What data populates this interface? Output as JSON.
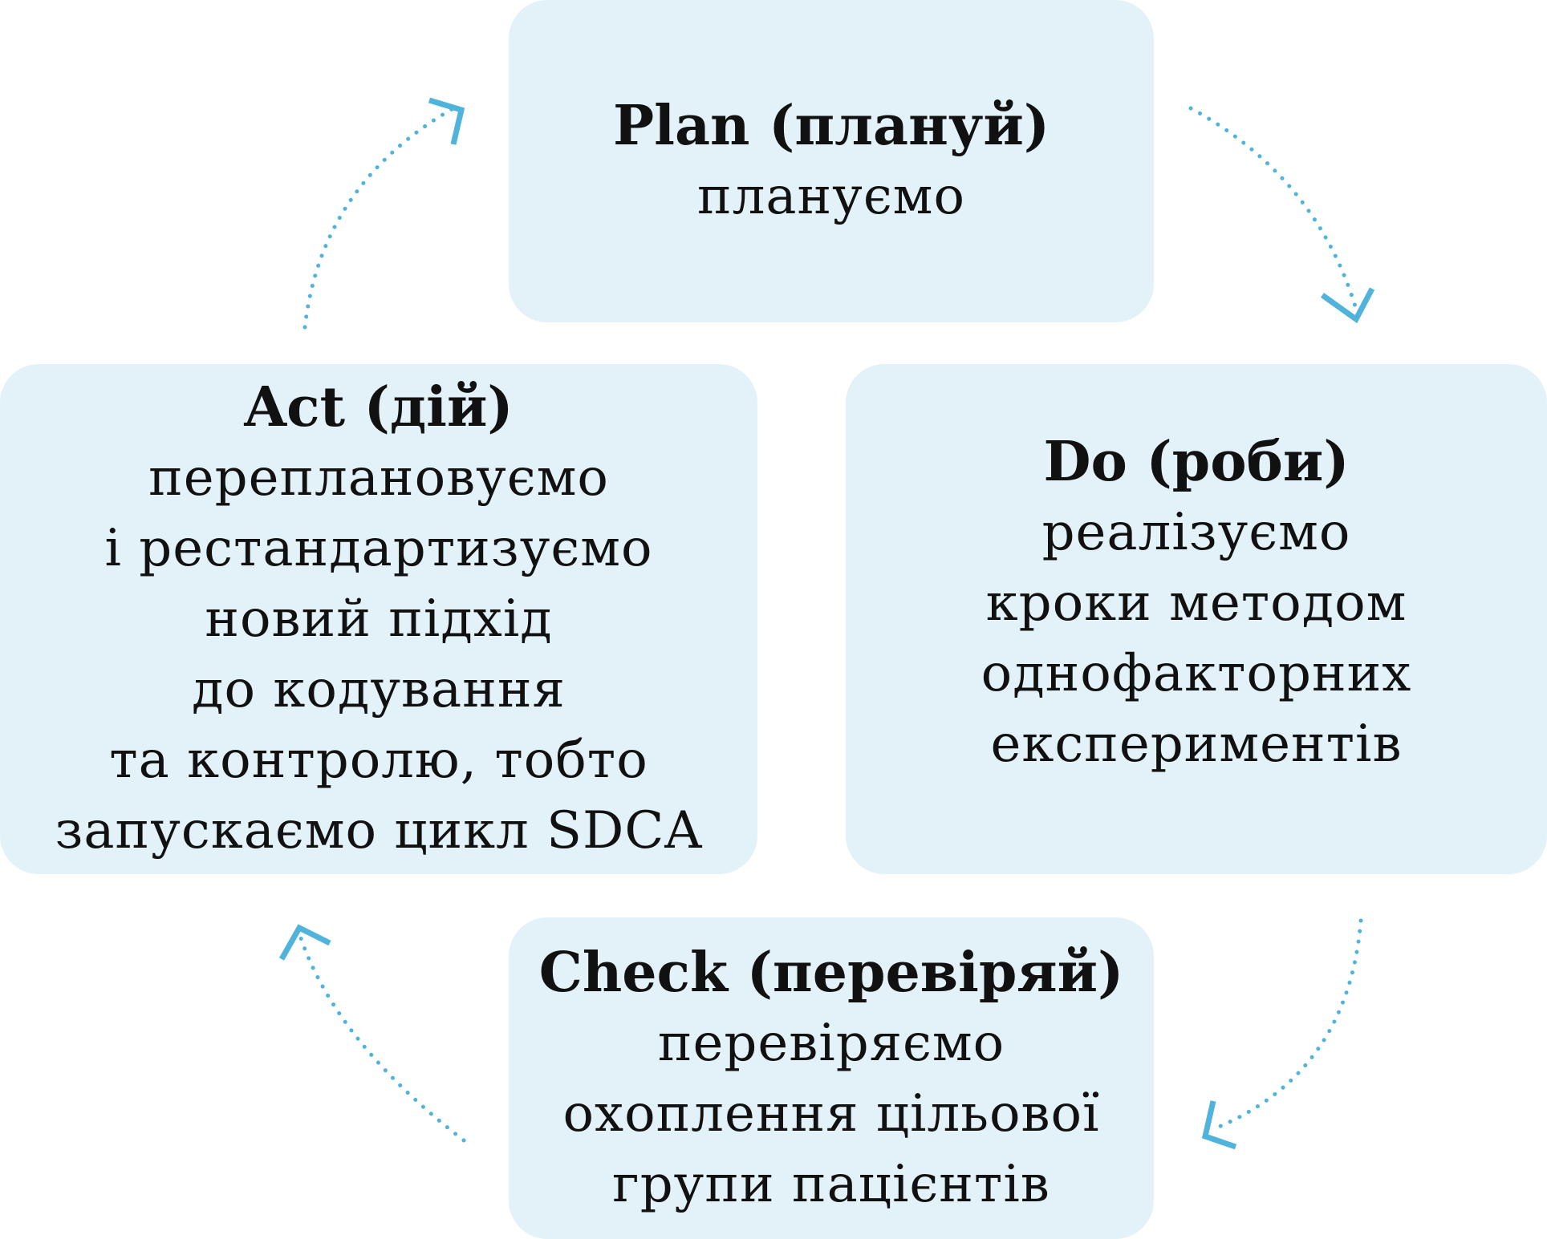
{
  "accent_color": "#4fb3dc",
  "box_color": "#e3f2f9",
  "plan": {
    "title": "Plan (плануй)",
    "lines": [
      "плануємо"
    ]
  },
  "do": {
    "title": "Do (роби)",
    "lines": [
      "реалізуємо",
      "кроки методом",
      "однофакторних",
      "експериментів"
    ]
  },
  "check": {
    "title": "Check (перевіряй)",
    "lines": [
      "перевіряємо",
      "охоплення цільової",
      "групи пацієнтів"
    ]
  },
  "act": {
    "title": "Act (дій)",
    "lines": [
      "переплановуємо",
      "і рестандартизуємо",
      "новий підхід",
      "до кодування",
      "та контролю, тобто",
      "запускаємо цикл SDCA"
    ]
  }
}
